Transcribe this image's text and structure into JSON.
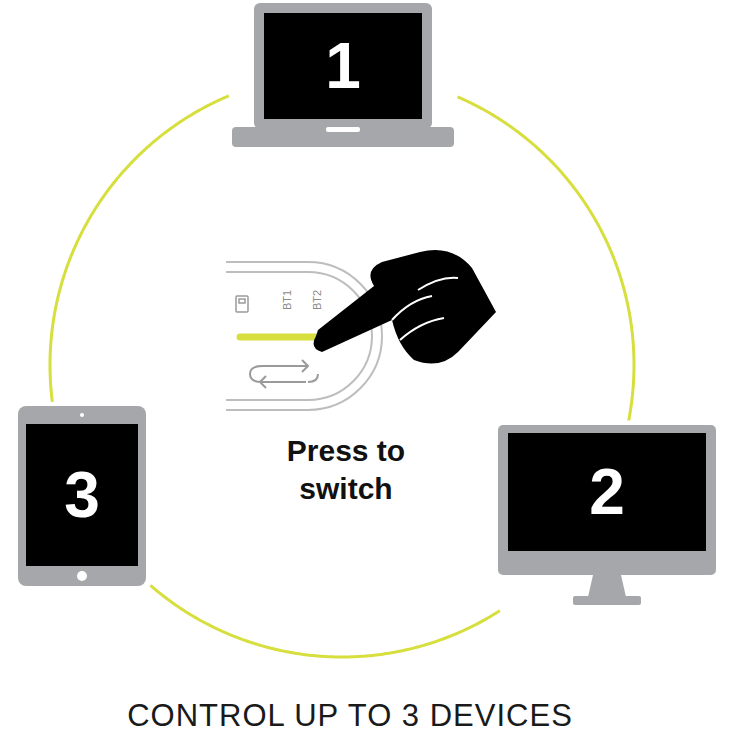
{
  "diagram": {
    "title": "CONTROL UP TO 3 DEVICES",
    "nodes": [
      {
        "text": [
          "1"
        ]
      },
      {
        "text": [
          "3"
        ]
      },
      {
        "text": [
          "2"
        ]
      }
    ],
    "edges": [
      {
        "from": 0,
        "to": 2,
        "arrow": "none"
      },
      {
        "from": 2,
        "to": 1,
        "arrow": "none"
      },
      {
        "from": 1,
        "to": 0,
        "arrow": "none"
      }
    ],
    "labels": [
      "BT1",
      "BT2",
      "Press to switch"
    ]
  }
}
